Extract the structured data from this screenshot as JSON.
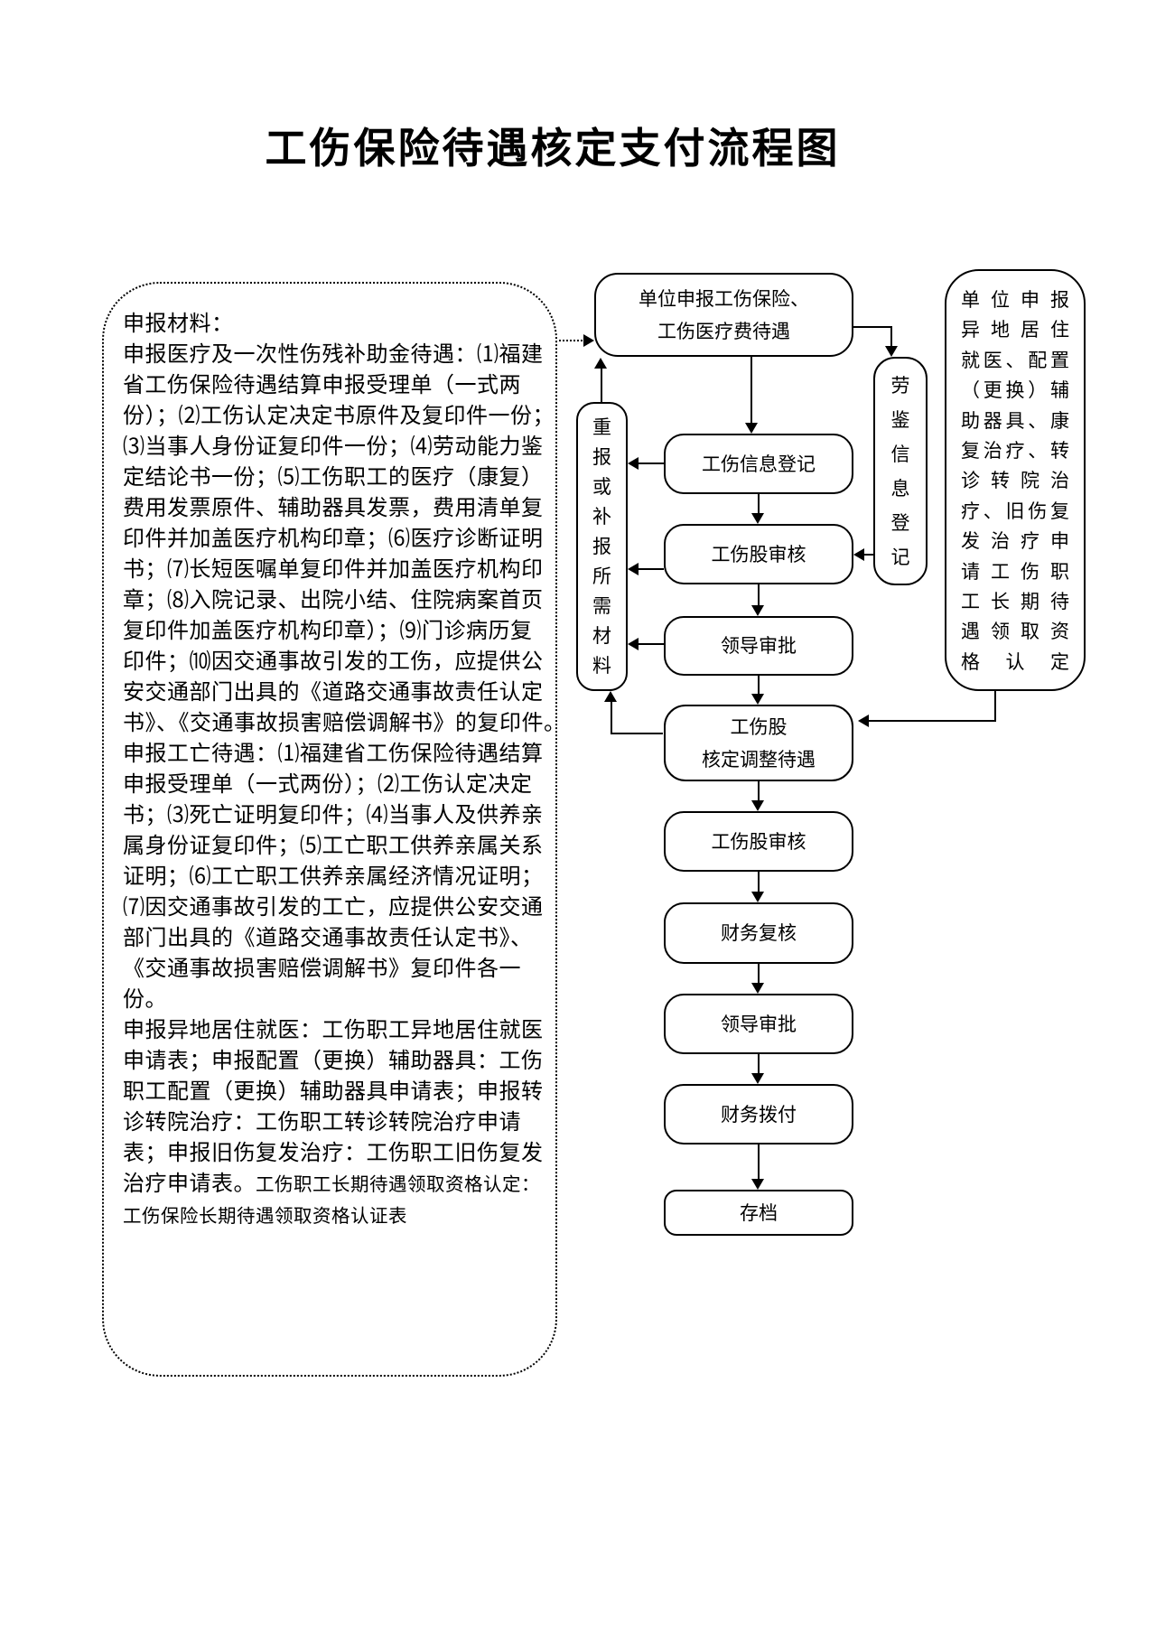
{
  "title": "工伤保险待遇核定支付流程图",
  "materials": {
    "lines": [
      "申报材料：",
      "申报医疗及一次性伤残补助金待遇：⑴福建",
      "省工伤保险待遇结算申报受理单（一式两",
      "份）；⑵工伤认定决定书原件及复印件一份；",
      "⑶当事人身份证复印件一份；⑷劳动能力鉴",
      "定结论书一份；⑸工伤职工的医疗（康复）",
      "费用发票原件、辅助器具发票，费用清单复",
      "印件并加盖医疗机构印章；⑹医疗诊断证明",
      "书；⑺长短医嘱单复印件并加盖医疗机构印",
      "章；⑻入院记录、出院小结、住院病案首页",
      "复印件加盖医疗机构印章）；⑼门诊病历复",
      "印件；⑽因交通事故引发的工伤，应提供公",
      "安交通部门出具的《道路交通事故责任认定",
      "书》、《交通事故损害赔偿调解书》的复印件。",
      "申报工亡待遇：⑴福建省工伤保险待遇结算",
      "申报受理单（一式两份）；⑵工伤认定决定",
      "书；⑶死亡证明复印件；⑷当事人及供养亲",
      "属身份证复印件；⑸工亡职工供养亲属关系",
      "证明；⑹工亡职工供养亲属经济情况证明；",
      "⑺因交通事故引发的工亡，应提供公安交通",
      "部门出具的《道路交通事故责任认定书》、",
      "《交通事故损害赔偿调解书》复印件各一",
      "份。",
      "申报异地居住就医：工伤职工异地居住就医",
      "申请表；申报配置（更换）辅助器具：工伤",
      "职工配置（更换）辅助器具申请表；申报转",
      "诊转院治疗：工伤职工转诊转院治疗申请",
      "表；申报旧伤复发治疗：工伤职工旧伤复发",
      {
        "segments": [
          {
            "text": "治疗申请表。",
            "small": false
          },
          {
            "text": "工伤职工长期待遇领取资格认定：",
            "small": true
          }
        ]
      },
      {
        "segments": [
          {
            "text": "工伤保险长期待遇领取资格认证表",
            "small": true
          }
        ]
      }
    ]
  },
  "flow": {
    "start_box": "单位申报工伤保险、\n工伤医疗费待遇",
    "laojian_box": "劳鉴信息登记",
    "resubmit_box": "重报或补报所需材料",
    "right_box_lines": [
      "单位申报",
      "异地居住",
      "就医、配置",
      "（更换）辅",
      "助器具、康",
      "复治疗、转",
      "诊转院治",
      "疗、旧伤复",
      "发治疗申",
      "请工伤职",
      "工长期待",
      "遇领取资",
      "格认定"
    ],
    "steps": [
      "工伤信息登记",
      "工伤股审核",
      "领导审批",
      "工伤股\n核定调整待遇",
      "工伤股审核",
      "财务复核",
      "领导审批",
      "财务拨付",
      "存档"
    ],
    "ink_color": "#000000",
    "background_color": "#ffffff"
  }
}
